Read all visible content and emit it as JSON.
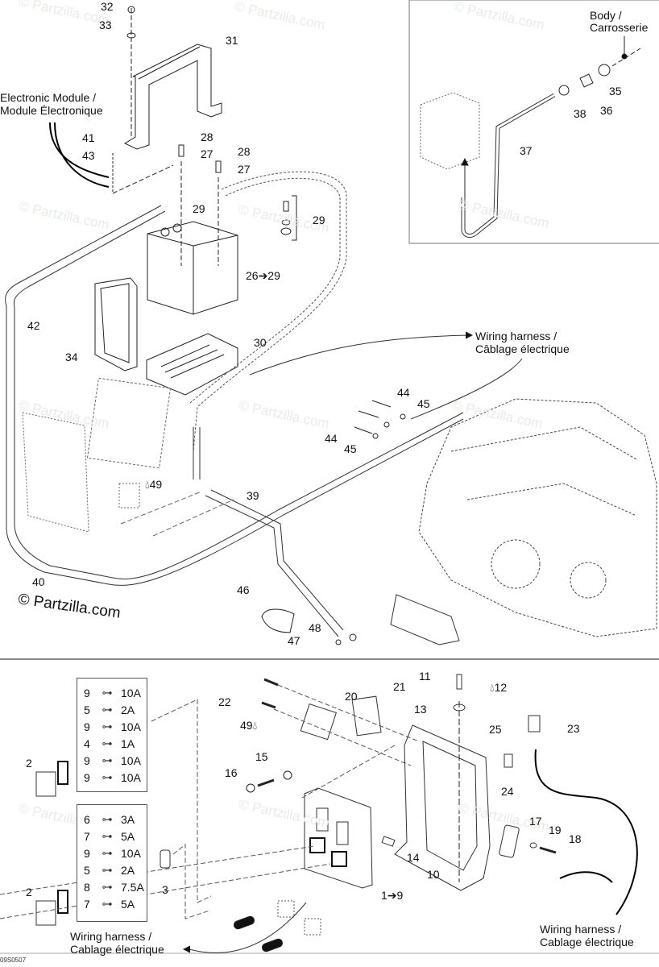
{
  "diagram": {
    "watermark": "© Partzilla.com",
    "copyright": "© Partzilla.com",
    "footer_code": "09S0507",
    "callouts_upper": {
      "c32": "32",
      "c33": "33",
      "c31": "31",
      "c41": "41",
      "c43": "43",
      "c28a": "28",
      "c27a": "27",
      "c28b": "28",
      "c27b": "27",
      "c29a": "29",
      "c29b": "29",
      "c26": "26➔29",
      "c42": "42",
      "c34": "34",
      "c30": "30",
      "c44a": "44",
      "c45a": "45",
      "c44b": "44",
      "c45b": "45",
      "c49": "49",
      "c39": "39",
      "c40": "40",
      "c46": "46",
      "c47": "47",
      "c48": "48"
    },
    "callouts_inset": {
      "c35": "35",
      "c36": "36",
      "c38": "38",
      "c37": "37"
    },
    "callouts_lower": {
      "c22": "22",
      "c20": "20",
      "c21": "21",
      "c11": "11",
      "c12": "12",
      "c13": "13",
      "c25": "25",
      "c23": "23",
      "c49": "49",
      "c15": "15",
      "c16": "16",
      "c24": "24",
      "c17": "17",
      "c19": "19",
      "c18": "18",
      "c14": "14",
      "c10": "10",
      "c1": "1➔9",
      "c3": "3",
      "c2a": "2",
      "c2b": "2"
    },
    "notes": {
      "electronic_module_en": "Electronic Module /",
      "electronic_module_fr": "Module Électronique",
      "body_en": "Body /",
      "body_fr": "Carrosserie",
      "harness_upper_en": "Wiring harness /",
      "harness_upper_fr": "Câblage électrique",
      "harness_lower_left_en": "Wiring harness /",
      "harness_lower_left_fr": "Cablage électrique",
      "harness_lower_right_en": "Wiring harness /",
      "harness_lower_right_fr": "Cablage électrique"
    },
    "fuse_table_top": [
      {
        "ref": "9",
        "rating": "10A"
      },
      {
        "ref": "5",
        "rating": "2A"
      },
      {
        "ref": "9",
        "rating": "10A"
      },
      {
        "ref": "4",
        "rating": "1A"
      },
      {
        "ref": "9",
        "rating": "10A"
      },
      {
        "ref": "9",
        "rating": "10A"
      }
    ],
    "fuse_table_bottom": [
      {
        "ref": "6",
        "rating": "3A"
      },
      {
        "ref": "7",
        "rating": "5A"
      },
      {
        "ref": "9",
        "rating": "10A"
      },
      {
        "ref": "5",
        "rating": "2A"
      },
      {
        "ref": "8",
        "rating": "7.5A"
      },
      {
        "ref": "7",
        "rating": "5A"
      }
    ],
    "fuse_icon": "fuse-icon",
    "sealant_icon": "drop-icon"
  }
}
